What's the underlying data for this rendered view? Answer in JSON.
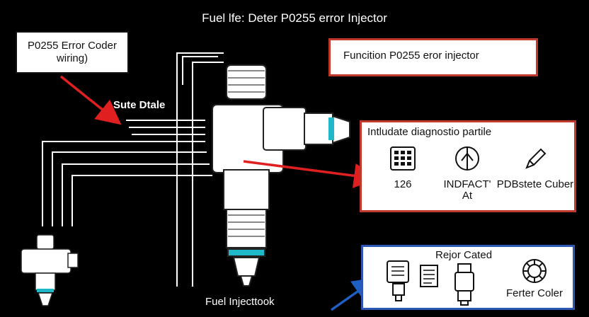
{
  "diagram": {
    "title": "Fuel lfe: Deter P0255 error Injector",
    "wire_label": "Sute Dtale",
    "bottom_label": "Fuel Injecttook"
  },
  "callout_wiring": {
    "line1": "P0255 Error Coder",
    "line2": "wiring)"
  },
  "callout_function": {
    "text": "Funcition P0255 eror injector"
  },
  "diagnostic_panel": {
    "heading": "Intludate diagnostio partile",
    "items": [
      {
        "icon": "chip-grid-icon",
        "label": "126"
      },
      {
        "icon": "gauge-icon",
        "label": "INDFACT' At"
      },
      {
        "icon": "pen-tool-icon",
        "label": "PDBstete Cuber"
      }
    ]
  },
  "replace_panel": {
    "heading": "Rejor Cated",
    "items": [
      {
        "icon": "connector-icon",
        "label": ""
      },
      {
        "icon": "document-icon",
        "label": ""
      },
      {
        "icon": "sensor-icon",
        "label": ""
      },
      {
        "icon": "gear-dial-icon",
        "label": "Ferter Coler"
      }
    ]
  },
  "colors": {
    "background": "#000000",
    "callout_red": "#c0392b",
    "arrow_red": "#e02020",
    "arrow_blue": "#1f5fc4",
    "panel_blue": "#2d58b8",
    "injector_band": "#1fb8c9"
  }
}
